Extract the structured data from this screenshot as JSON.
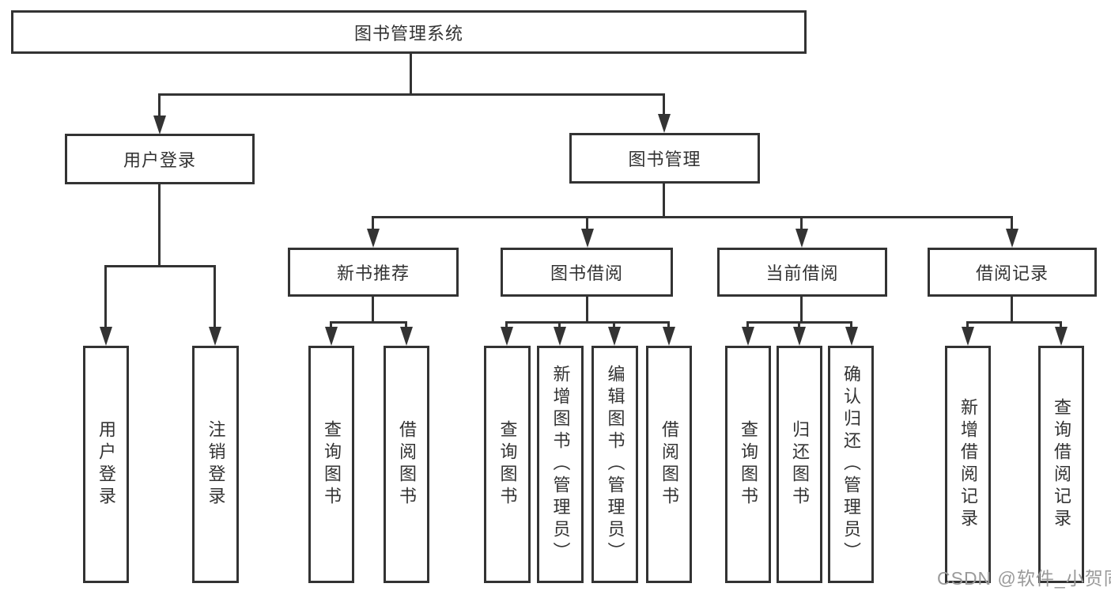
{
  "diagram": {
    "title": "图书管理系统",
    "root": {
      "label": "图书管理系统"
    },
    "level2": [
      {
        "label": "用户登录"
      },
      {
        "label": "图书管理"
      }
    ],
    "level3": [
      {
        "label": "新书推荐",
        "parent": "图书管理"
      },
      {
        "label": "图书借阅",
        "parent": "图书管理"
      },
      {
        "label": "当前借阅",
        "parent": "图书管理"
      },
      {
        "label": "借阅记录",
        "parent": "图书管理"
      }
    ],
    "leaves": [
      {
        "label": "用户登录",
        "parent": "用户登录"
      },
      {
        "label": "注销登录",
        "parent": "用户登录"
      },
      {
        "label": "查询图书",
        "parent": "新书推荐"
      },
      {
        "label": "借阅图书",
        "parent": "新书推荐"
      },
      {
        "label": "查询图书",
        "parent": "图书借阅"
      },
      {
        "label": "新增图书（管理员）",
        "parent": "图书借阅"
      },
      {
        "label": "编辑图书（管理员）",
        "parent": "图书借阅"
      },
      {
        "label": "借阅图书",
        "parent": "图书借阅"
      },
      {
        "label": "查询图书",
        "parent": "当前借阅"
      },
      {
        "label": "归还图书",
        "parent": "当前借阅"
      },
      {
        "label": "确认归还（管理员）",
        "parent": "当前借阅"
      },
      {
        "label": "新增借阅记录",
        "parent": "借阅记录"
      },
      {
        "label": "查询借阅记录",
        "parent": "借阅记录"
      }
    ]
  },
  "watermark": "CSDN @软件_小贺同学",
  "colors": {
    "line": "#333333",
    "text": "#333333",
    "box_background": "#ffffff",
    "watermark": "#9a9a9a",
    "background": "#ffffff"
  }
}
